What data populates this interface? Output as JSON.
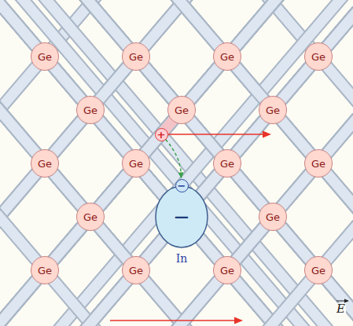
{
  "diagram": {
    "nodes": [
      {
        "text": [
          "Ge"
        ]
      },
      {
        "text": [
          "Ge"
        ]
      },
      {
        "text": [
          "Ge"
        ]
      },
      {
        "text": [
          "Ge"
        ]
      },
      {
        "text": [
          "Ge"
        ]
      },
      {
        "text": [
          "Ge"
        ]
      },
      {
        "text": [
          "Ge"
        ]
      },
      {
        "text": [
          "+"
        ]
      },
      {
        "text": [
          "Ge"
        ]
      },
      {
        "text": [
          "Ge"
        ]
      },
      {
        "text": [
          "Ge"
        ]
      },
      {
        "text": [
          "Ge"
        ]
      },
      {
        "text": [
          "−"
        ]
      },
      {
        "text": [
          "−",
          "In"
        ]
      },
      {
        "text": [
          "Ge"
        ]
      },
      {
        "text": [
          "Ge"
        ]
      },
      {
        "text": [
          "Ge"
        ]
      },
      {
        "text": [
          "Ge"
        ]
      },
      {
        "text": [
          "Ge"
        ]
      },
      {
        "text": [
          "Ge"
        ]
      }
    ],
    "edges": [
      {
        "from": 0,
        "to": 4,
        "arrow": "none"
      },
      {
        "from": 1,
        "to": 4,
        "arrow": "none"
      },
      {
        "from": 1,
        "to": 5,
        "arrow": "none"
      },
      {
        "from": 2,
        "to": 5,
        "arrow": "none"
      },
      {
        "from": 2,
        "to": 6,
        "arrow": "none"
      },
      {
        "from": 3,
        "to": 6,
        "arrow": "none"
      },
      {
        "from": 4,
        "to": 8,
        "arrow": "none"
      },
      {
        "from": 4,
        "to": 9,
        "arrow": "none"
      },
      {
        "from": 5,
        "to": 9,
        "arrow": "none"
      },
      {
        "from": 5,
        "to": 10,
        "arrow": "none"
      },
      {
        "from": 6,
        "to": 10,
        "arrow": "none"
      },
      {
        "from": 6,
        "to": 11,
        "arrow": "none"
      },
      {
        "from": 8,
        "to": 14,
        "arrow": "none"
      },
      {
        "from": 9,
        "to": 14,
        "arrow": "none"
      },
      {
        "from": 9,
        "to": 13,
        "arrow": "none"
      },
      {
        "from": 10,
        "to": 13,
        "arrow": "none"
      },
      {
        "from": 10,
        "to": 15,
        "arrow": "none"
      },
      {
        "from": 11,
        "to": 15,
        "arrow": "none"
      },
      {
        "from": 14,
        "to": 16,
        "arrow": "none"
      },
      {
        "from": 14,
        "to": 17,
        "arrow": "none"
      },
      {
        "from": 13,
        "to": 17,
        "arrow": "none"
      },
      {
        "from": 13,
        "to": 18,
        "arrow": "none"
      },
      {
        "from": 15,
        "to": 18,
        "arrow": "none"
      },
      {
        "from": 15,
        "to": 19,
        "arrow": "none"
      },
      {
        "from": 7,
        "to": 12,
        "arrow": "to"
      }
    ],
    "labels": [
      "E"
    ]
  }
}
